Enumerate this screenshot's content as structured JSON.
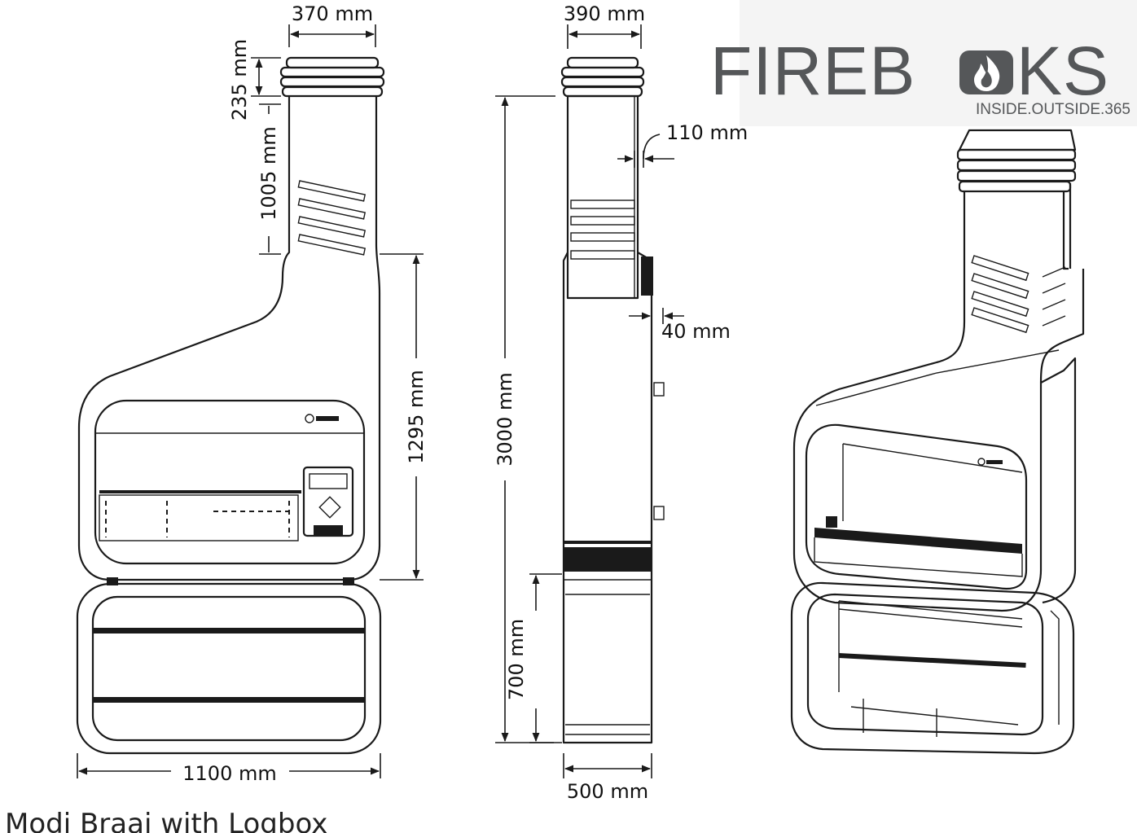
{
  "logo": {
    "word_left": "FIREB",
    "word_right": "KS",
    "tagline": "INSIDE.OUTSIDE.365",
    "brand_color": "#555759",
    "flame_icon": "flame-icon"
  },
  "dimensions": {
    "front_chimney_width": "370 mm",
    "front_cap_height": "235 mm",
    "front_chimney_height": "1005 mm",
    "front_body_height": "1295 mm",
    "front_total_width": "1100 mm",
    "side_chimney_width": "390 mm",
    "side_chimney_gap": "110 mm",
    "side_total_height": "3000 mm",
    "side_offset": "40 mm",
    "side_logbox_height": "700 mm",
    "side_depth": "500 mm"
  },
  "caption": "Modi Braai with Logbox"
}
